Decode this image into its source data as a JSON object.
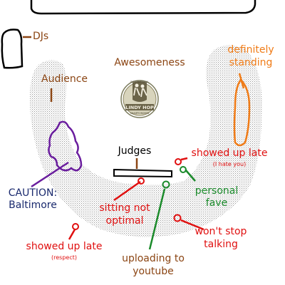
{
  "labels": {
    "djs": "DJs",
    "audience": "Audience",
    "awesomeness": "Awesomeness",
    "definitely_standing": [
      "definitely",
      "standing"
    ],
    "judges": "Judges",
    "showed_up_late_right": "showed up late",
    "i_hate_you": "(I hate you)",
    "personal_fave": [
      "personal",
      "fave"
    ],
    "caution": "CAUTION:",
    "baltimore": "Baltimore",
    "sitting_not_optimal": [
      "sitting not",
      "optimal"
    ],
    "showed_up_late_left": "showed up late",
    "respect": "(respect)",
    "wont_stop_talking": [
      "won't stop",
      "talking"
    ],
    "uploading_to_youtube": [
      "uploading to",
      "youtube"
    ]
  },
  "logo": {
    "top_text": "INTERNATIONAL",
    "main_text": "LINDY HOP",
    "bottom_text": "CHAMPIONSHIPS"
  },
  "colors": {
    "brown": "#8b4513",
    "orange": "#f07b16",
    "red": "#e01010",
    "green": "#1a8a2a",
    "purple": "#6a1d9e",
    "navy": "#1a2a6e",
    "black": "#000000",
    "stipple": "#c7c7c7"
  }
}
